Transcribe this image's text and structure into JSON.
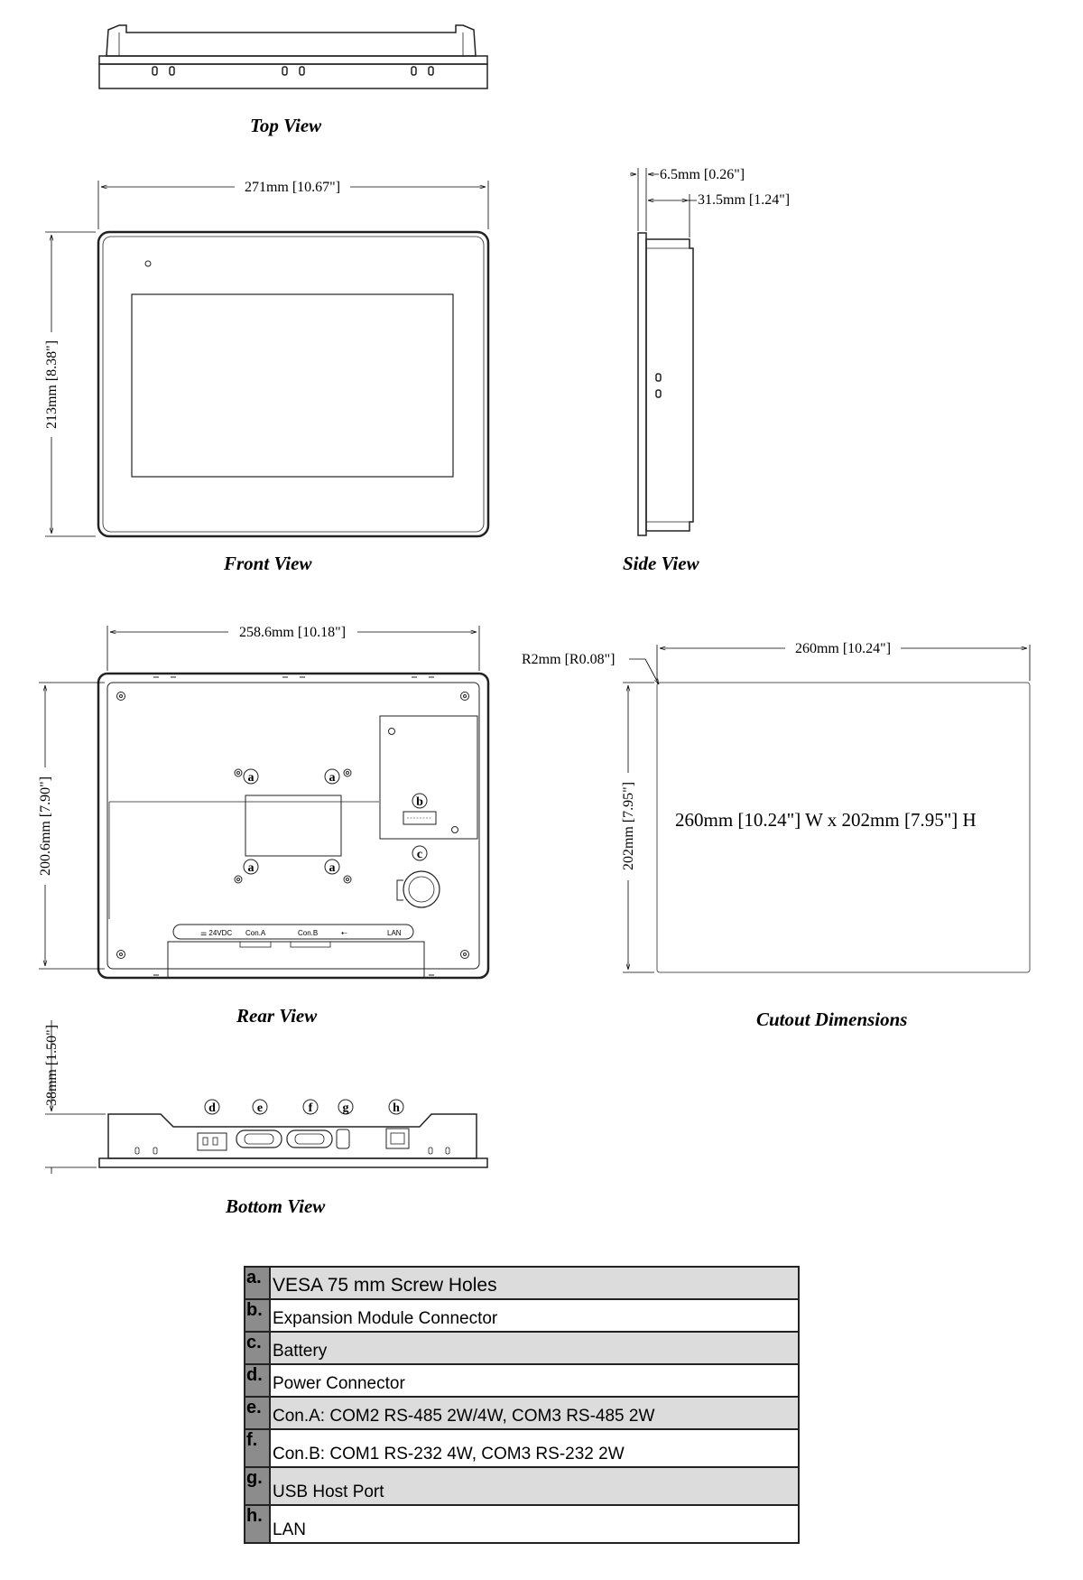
{
  "views": {
    "top": "Top  View",
    "front": "Front View",
    "side": "Side  View",
    "rear": "Rear  View",
    "cutout": "Cutout Dimensions",
    "bottom": "Bottom  View"
  },
  "dimensions": {
    "front_width": "271mm [10.67\"]",
    "front_height": "213mm [8.38\"]",
    "side_depth_small": "6.5mm [0.26\"]",
    "side_depth_large": "31.5mm [1.24\"]",
    "rear_width": "258.6mm [10.18\"]",
    "rear_height": "200.6mm [7.90\"]",
    "cutout_width": "260mm [10.24\"]",
    "cutout_height": "202mm [7.95\"]",
    "cutout_radius": "R2mm [R0.08\"]",
    "cutout_label": "260mm [10.24\"] W x 202mm [7.95\"] H",
    "bottom_height": "38mm [1.50\"]"
  },
  "rear_labels": {
    "power": "⚌ 24VDC",
    "con_a": "Con.A",
    "con_b": "Con.B",
    "usb": "⇠",
    "lan": "LAN"
  },
  "markers": {
    "a": "a",
    "b": "b",
    "c": "c",
    "d": "d",
    "e": "e",
    "f": "f",
    "g": "g",
    "h": "h"
  },
  "legend": [
    {
      "key": "a.",
      "text": "VESA 75 mm Screw Holes"
    },
    {
      "key": "b.",
      "text": "Expansion Module Connector"
    },
    {
      "key": "c.",
      "text": "Battery"
    },
    {
      "key": "d.",
      "text": "Power Connector"
    },
    {
      "key": "e.",
      "text": "Con.A: COM2 RS-485 2W/4W, COM3 RS-485 2W"
    },
    {
      "key": "f.",
      "text": "Con.B: COM1 RS-232 4W, COM3 RS-232 2W"
    },
    {
      "key": "g.",
      "text": "USB Host Port"
    },
    {
      "key": "h.",
      "text": "LAN"
    }
  ]
}
